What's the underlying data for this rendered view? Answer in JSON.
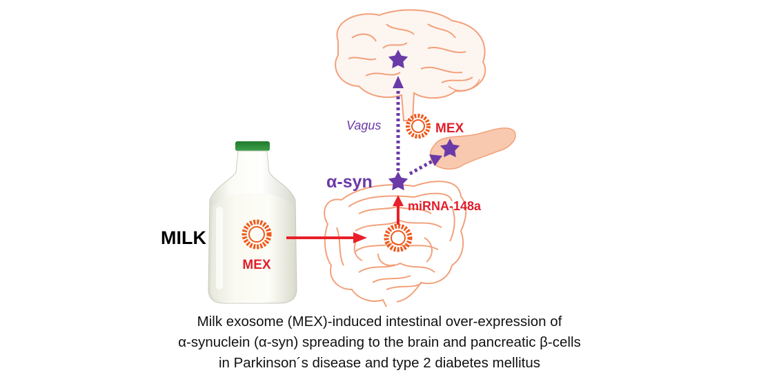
{
  "labels": {
    "milk": "MILK",
    "mex_bottle": "MEX",
    "mex_top": "MEX",
    "vagus": "Vagus",
    "asyn": "α-syn",
    "mirna": "miRNA-148a"
  },
  "caption": [
    "Milk exosome (MEX)-induced intestinal over-expression of",
    "α-synuclein (α-syn) spreading to the brain and pancreatic β-cells",
    "in Parkinson´s disease and type 2 diabetes mellitus"
  ],
  "colors": {
    "organ_outline": "#f2a07a",
    "pancreas_fill": "#f8c9ae",
    "exosome": "#ee5a1e",
    "arrow_red": "#e8202a",
    "purple": "#6a3aa8",
    "label_red": "#e01e2a",
    "bottle_cap": "#2e8b3a"
  },
  "icons": [
    "milk-bottle-icon",
    "exosome-icon",
    "brain-icon",
    "intestine-icon",
    "pancreas-icon",
    "star-icon"
  ]
}
